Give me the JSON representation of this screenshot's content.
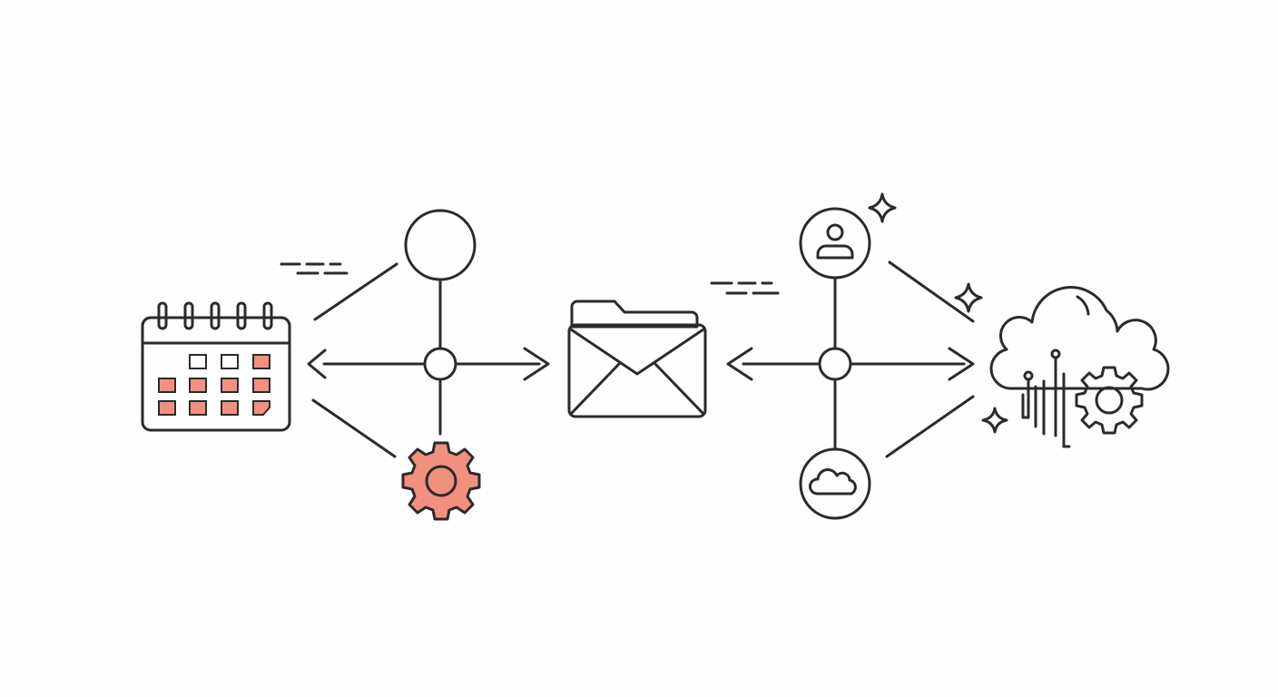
{
  "colors": {
    "background": "#fefefe",
    "ink": "#2b2b2b",
    "coral": "#f2907f",
    "yellow": "#fbcb6b",
    "light_blue": "#bcdcf1",
    "white": "#ffffff",
    "sparkle": "#f3c75c"
  },
  "nodes": [
    {
      "id": "calendar",
      "icon": "calendar-icon"
    },
    {
      "id": "left-hub",
      "icon": "hub-node-icon"
    },
    {
      "id": "left-top",
      "icon": "coral-circle-icon"
    },
    {
      "id": "left-bottom",
      "icon": "gear-icon"
    },
    {
      "id": "mail-folder",
      "icon": "folder-envelope-icon"
    },
    {
      "id": "right-hub",
      "icon": "hub-node-icon"
    },
    {
      "id": "right-top",
      "icon": "user-icon"
    },
    {
      "id": "right-bottom",
      "icon": "cloud-icon"
    },
    {
      "id": "cloud-computing",
      "icon": "cloud-gear-icon"
    }
  ],
  "decorations": [
    "motion-lines",
    "sparkle-icon"
  ]
}
